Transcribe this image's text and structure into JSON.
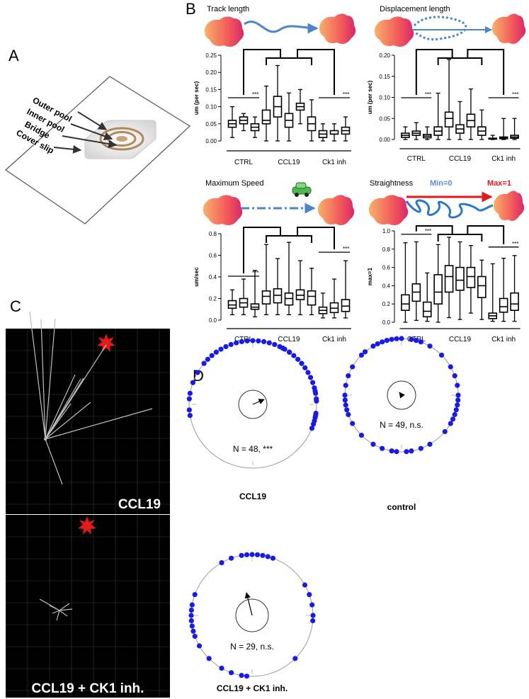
{
  "panel_letters": {
    "A": "A",
    "B": "B",
    "C": "C",
    "D": "D"
  },
  "panel_a": {
    "labels": [
      "Outer pool",
      "Inner pool",
      "Bridge",
      "Cover slip"
    ]
  },
  "panel_b": {
    "group_labels": [
      "CTRL",
      "CCL19",
      "Ck1 inh"
    ],
    "significance": "***",
    "plots": [
      {
        "title": "Track length",
        "ylabel": "um (per sec)",
        "ylim": [
          0,
          0.25
        ],
        "yticks": [
          "0.00",
          "0.05",
          "0.10",
          "0.15",
          "0.20",
          "0.25"
        ]
      },
      {
        "title": "Displacement length",
        "ylabel": "um (per sec)",
        "ylim": [
          0,
          0.2
        ],
        "yticks": [
          "0.00",
          "0.05",
          "0.10",
          "0.15",
          "0.20"
        ]
      },
      {
        "title": "Maximum Speed",
        "ylabel": "um/sec",
        "ylim": [
          0,
          0.8
        ],
        "yticks": [
          "0.0",
          "0.2",
          "0.4",
          "0.6",
          "0.8"
        ]
      },
      {
        "title": "Straightness",
        "ylabel": "max=1",
        "ylim": [
          0,
          1.0
        ],
        "yticks": [
          "0.0",
          "0.2",
          "0.4",
          "0.6",
          "0.8",
          "1.0"
        ],
        "min_label": "Min=0",
        "max_label": "Max=1"
      }
    ]
  },
  "panel_c": {
    "top_label": "CCL19",
    "bottom_label": "CCL19 + CK1 inh."
  },
  "panel_d": [
    {
      "label": "CCL19",
      "stat": "N = 48, ***"
    },
    {
      "label": "control",
      "stat": "N = 49, n.s."
    },
    {
      "label": "CCL19 + CK1 inh.",
      "stat": "N = 29, n.s."
    }
  ],
  "colors": {
    "dot": "#1a1ae6",
    "arrow": "#4a86c8",
    "star": "#e31a1c",
    "max_arrow": "#e31a1c"
  },
  "chart_data": [
    {
      "type": "box",
      "title": "Track length",
      "ylabel": "um (per sec)",
      "ylim": [
        0,
        0.25
      ],
      "groups": [
        "CTRL",
        "CTRL",
        "CTRL",
        "CCL19",
        "CCL19",
        "CCL19",
        "CCL19",
        "CCL19",
        "Ck1 inh",
        "Ck1 inh",
        "Ck1 inh"
      ],
      "boxes": [
        [
          0.01,
          0.04,
          0.05,
          0.06,
          0.1
        ],
        [
          0.03,
          0.05,
          0.06,
          0.07,
          0.08
        ],
        [
          0.01,
          0.03,
          0.04,
          0.05,
          0.07
        ],
        [
          0.0,
          0.05,
          0.06,
          0.09,
          0.16
        ],
        [
          0.0,
          0.07,
          0.1,
          0.13,
          0.22
        ],
        [
          0.0,
          0.04,
          0.06,
          0.08,
          0.14
        ],
        [
          0.05,
          0.09,
          0.1,
          0.11,
          0.15
        ],
        [
          0.0,
          0.03,
          0.05,
          0.07,
          0.12
        ],
        [
          0.0,
          0.01,
          0.02,
          0.03,
          0.05
        ],
        [
          0.0,
          0.02,
          0.02,
          0.03,
          0.05
        ],
        [
          0.0,
          0.02,
          0.03,
          0.04,
          0.07
        ]
      ]
    },
    {
      "type": "box",
      "title": "Displacement length",
      "ylabel": "um (per sec)",
      "ylim": [
        0,
        0.2
      ],
      "groups": [
        "CTRL",
        "CTRL",
        "CTRL",
        "CCL19",
        "CCL19",
        "CCL19",
        "CCL19",
        "CCL19",
        "Ck1 inh",
        "Ck1 inh",
        "Ck1 inh"
      ],
      "boxes": [
        [
          0.0,
          0.005,
          0.01,
          0.015,
          0.03
        ],
        [
          0.0,
          0.01,
          0.015,
          0.02,
          0.04
        ],
        [
          0.0,
          0.004,
          0.008,
          0.012,
          0.03
        ],
        [
          0.0,
          0.01,
          0.02,
          0.03,
          0.11
        ],
        [
          0.0,
          0.03,
          0.05,
          0.065,
          0.19
        ],
        [
          0.0,
          0.015,
          0.025,
          0.035,
          0.09
        ],
        [
          0.0,
          0.03,
          0.045,
          0.06,
          0.12
        ],
        [
          0.0,
          0.01,
          0.02,
          0.03,
          0.07
        ],
        [
          0.0,
          0.001,
          0.002,
          0.003,
          0.01
        ],
        [
          0.0,
          0.002,
          0.004,
          0.006,
          0.05
        ],
        [
          0.0,
          0.003,
          0.006,
          0.01,
          0.05
        ]
      ]
    },
    {
      "type": "box",
      "title": "Maximum Speed",
      "ylabel": "um/sec",
      "ylim": [
        0,
        0.8
      ],
      "groups": [
        "CTRL",
        "CTRL",
        "CTRL",
        "CCL19",
        "CCL19",
        "CCL19",
        "CCL19",
        "CCL19",
        "Ck1 inh",
        "Ck1 inh",
        "Ck1 inh"
      ],
      "boxes": [
        [
          0.05,
          0.11,
          0.14,
          0.18,
          0.28
        ],
        [
          0.05,
          0.12,
          0.16,
          0.2,
          0.38
        ],
        [
          0.03,
          0.1,
          0.12,
          0.15,
          0.46
        ],
        [
          0.05,
          0.15,
          0.22,
          0.27,
          0.7
        ],
        [
          0.05,
          0.16,
          0.23,
          0.29,
          0.57
        ],
        [
          0.05,
          0.14,
          0.2,
          0.25,
          0.72
        ],
        [
          0.05,
          0.19,
          0.23,
          0.28,
          0.55
        ],
        [
          0.05,
          0.14,
          0.22,
          0.27,
          0.48
        ],
        [
          0.02,
          0.06,
          0.09,
          0.12,
          0.25
        ],
        [
          0.02,
          0.07,
          0.11,
          0.16,
          0.38
        ],
        [
          0.02,
          0.08,
          0.13,
          0.19,
          0.55
        ]
      ]
    },
    {
      "type": "box",
      "title": "Straightness",
      "ylabel": "max=1",
      "ylim": [
        0,
        1.0
      ],
      "groups": [
        "CTRL",
        "CTRL",
        "CTRL",
        "CCL19",
        "CCL19",
        "CCL19",
        "CCL19",
        "CCL19",
        "Ck1 inh",
        "Ck1 inh",
        "Ck1 inh"
      ],
      "boxes": [
        [
          0.0,
          0.13,
          0.2,
          0.3,
          0.87
        ],
        [
          0.02,
          0.23,
          0.33,
          0.42,
          0.88
        ],
        [
          0.01,
          0.06,
          0.12,
          0.22,
          0.54
        ],
        [
          0.0,
          0.2,
          0.33,
          0.52,
          0.85
        ],
        [
          0.05,
          0.33,
          0.5,
          0.62,
          0.93
        ],
        [
          0.03,
          0.35,
          0.46,
          0.6,
          0.88
        ],
        [
          0.1,
          0.38,
          0.5,
          0.6,
          0.84
        ],
        [
          0.03,
          0.27,
          0.4,
          0.5,
          0.68
        ],
        [
          0.01,
          0.04,
          0.07,
          0.1,
          0.64
        ],
        [
          0.01,
          0.11,
          0.17,
          0.26,
          0.7
        ],
        [
          0.01,
          0.13,
          0.2,
          0.32,
          0.73
        ]
      ]
    }
  ]
}
